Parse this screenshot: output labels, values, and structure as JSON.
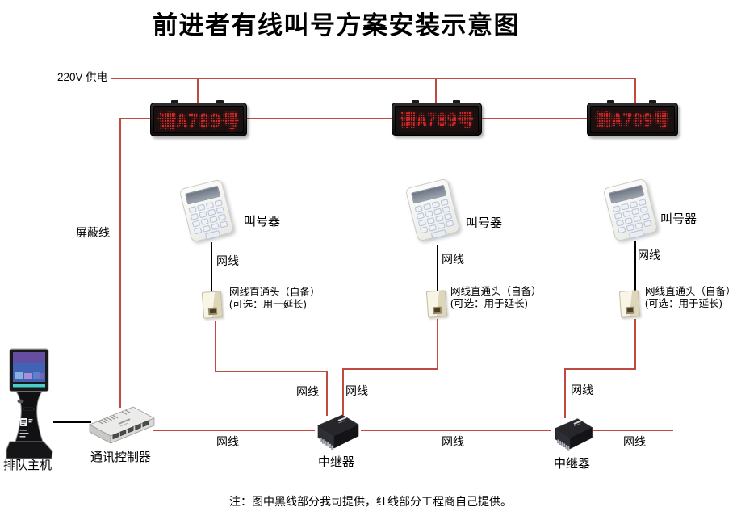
{
  "title": "前进者有线叫号方案安装示意图",
  "power_label": "220V 供电",
  "shield_label": "屏蔽线",
  "display_panels": [
    {
      "text": "请A789号"
    },
    {
      "text": "请A789号"
    },
    {
      "text": "请A789号"
    }
  ],
  "callers": [
    {
      "label": "叫号器"
    },
    {
      "label": "叫号器"
    },
    {
      "label": "叫号器"
    }
  ],
  "couplers": [
    {
      "line1": "网线直通头（自备）",
      "line2": "(可选：用于延长)"
    },
    {
      "line1": "网线直通头（自备）",
      "line2": "(可选：用于延长)"
    },
    {
      "line1": "网线直通头（自备）",
      "line2": "(可选：用于延长)"
    }
  ],
  "net_labels": [
    "网线",
    "网线",
    "网线",
    "网线",
    "网线",
    "网线",
    "网线",
    "网线",
    "网线"
  ],
  "kiosk_label": "排队主机",
  "controller_label": "通讯控制器",
  "repeaters": [
    {
      "label": "中继器"
    },
    {
      "label": "中继器"
    }
  ],
  "footnote": "注：图中黑线部分我司提供，红线部分工程商自己提供。",
  "colors": {
    "cable_red": "#bf4a42",
    "cable_black": "#000000",
    "led_text_red": "#d62727"
  }
}
